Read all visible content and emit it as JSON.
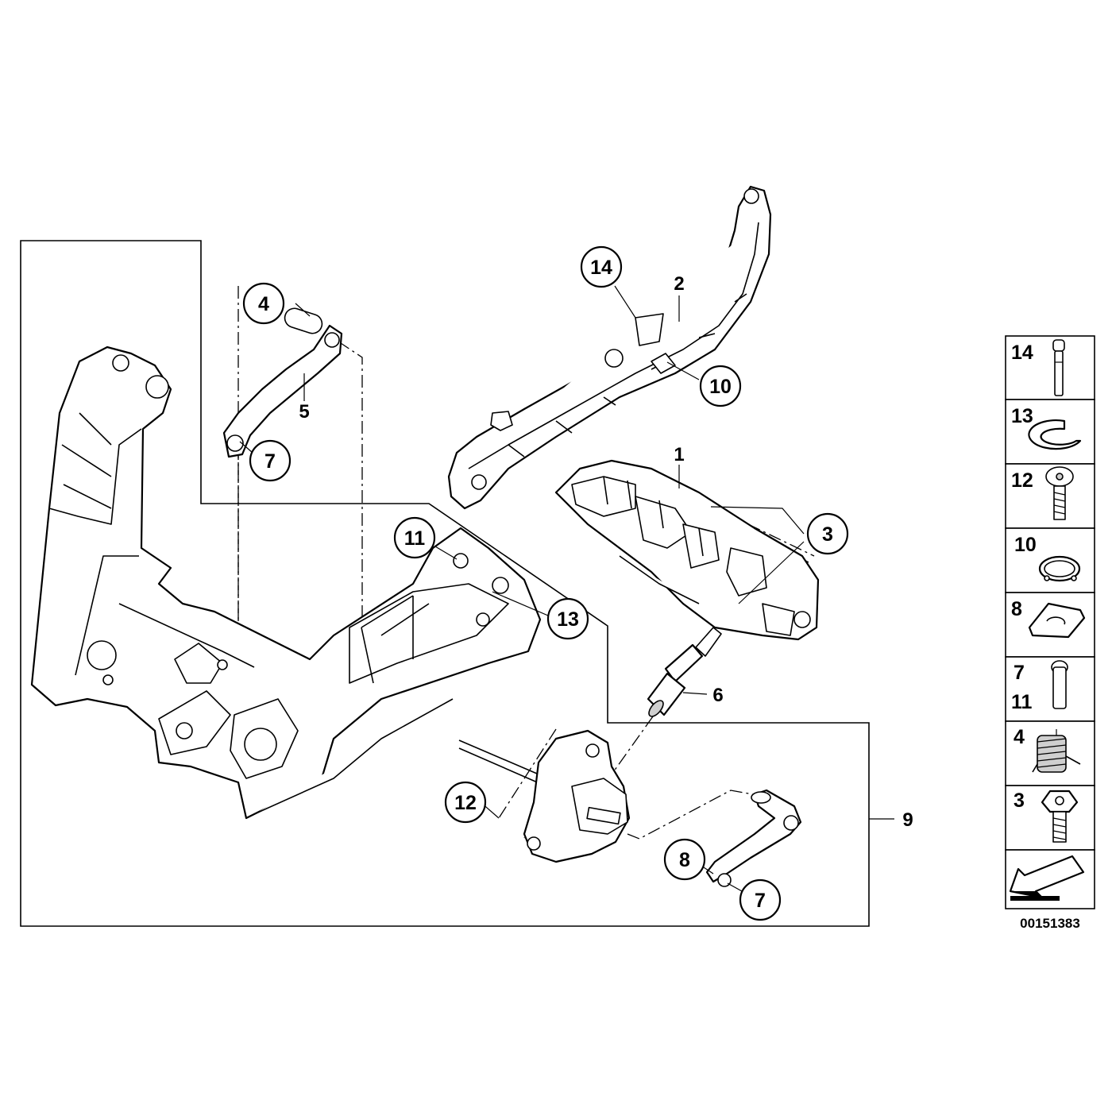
{
  "callouts": {
    "c14": "14",
    "c4": "4",
    "c7a": "7",
    "c10": "10",
    "c3": "3",
    "c11": "11",
    "c13": "13",
    "c12": "12",
    "c8": "8",
    "c7b": "7"
  },
  "labels": {
    "l2": "2",
    "l5": "5",
    "l1": "1",
    "l6": "6",
    "l9": "9"
  },
  "legend": {
    "rows": [
      {
        "label": "14",
        "icon": "pin-icon"
      },
      {
        "label": "13",
        "icon": "clip-ring-icon"
      },
      {
        "label": "12",
        "icon": "fillister-screw-icon"
      },
      {
        "label": "10",
        "icon": "circlip-icon"
      },
      {
        "label": "8",
        "icon": "spring-clip-icon"
      },
      {
        "label": "7",
        "label2": "11",
        "icon": "bolt-pin-icon"
      },
      {
        "label": "4",
        "icon": "torsion-spring-icon"
      },
      {
        "label": "3",
        "icon": "hex-bolt-icon"
      }
    ],
    "direction_icon": "front-arrow-icon"
  },
  "reference_number": "00151383"
}
